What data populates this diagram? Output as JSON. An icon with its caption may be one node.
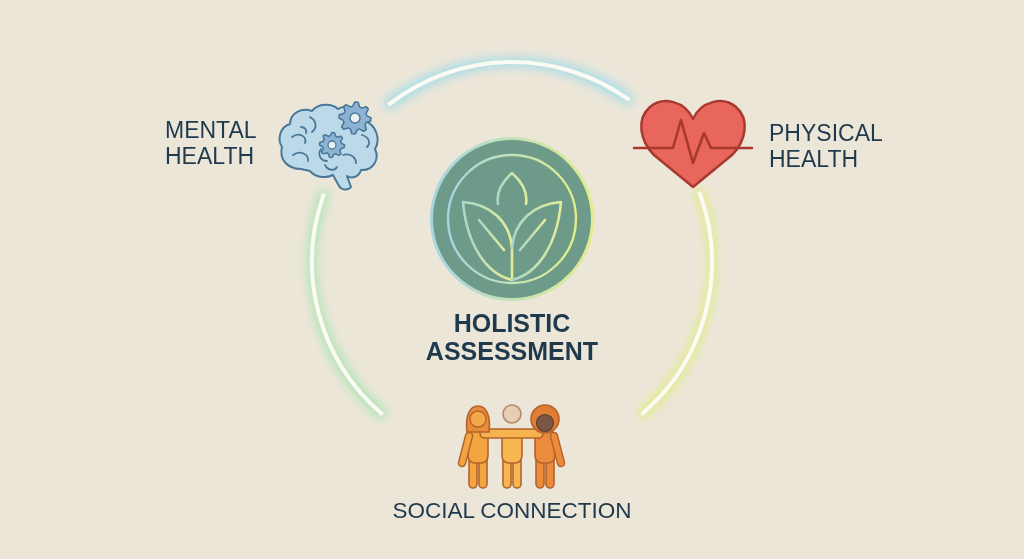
{
  "diagram": {
    "nodes": [
      {
        "text": [
          "MENTAL HEALTH"
        ]
      },
      {
        "text": [
          "PHYSICAL HEALTH"
        ]
      },
      {
        "text": [
          "HOLISTIC ASSESSMENT"
        ]
      },
      {
        "text": [
          "SOCIAL CONNECTION"
        ]
      }
    ],
    "edges": [
      {
        "from": 0,
        "to": 1,
        "arrow": "none"
      },
      {
        "from": 1,
        "to": 3,
        "arrow": "none"
      },
      {
        "from": 3,
        "to": 0,
        "arrow": "none"
      }
    ]
  }
}
